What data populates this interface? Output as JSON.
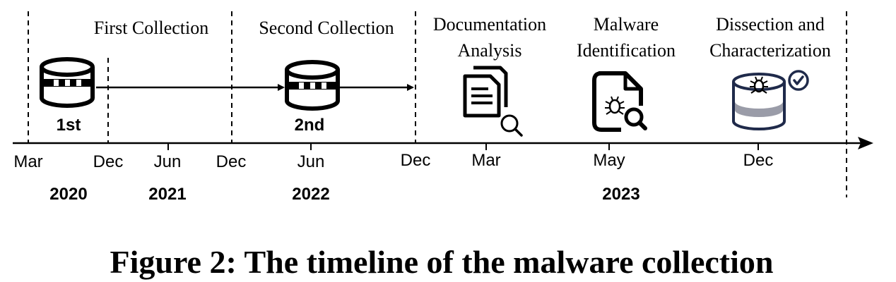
{
  "phases": {
    "first_collection": "First Collection",
    "second_collection": "Second Collection",
    "documentation": [
      "Documentation",
      "Analysis"
    ],
    "malware_identification": [
      "Malware",
      "Identification"
    ],
    "dissection": [
      "Dissection and",
      "Characterization"
    ]
  },
  "databases": {
    "first": "1st",
    "second": "2nd"
  },
  "axis": {
    "months": [
      "Mar",
      "Dec",
      "Jun",
      "Dec",
      "Jun",
      "Dec",
      "Mar",
      "May",
      "Dec"
    ],
    "years": [
      "2020",
      "2021",
      "2022",
      "2023"
    ]
  },
  "icons": {
    "database": "database-icon",
    "document": "document-search-icon",
    "malware": "malware-file-search-icon",
    "bug_database": "bug-database-check-icon"
  },
  "colors": {
    "ink": "#000000",
    "db_navy": "#1f2a4a",
    "db_gray": "#9a9ca8"
  },
  "caption": "Figure 2: The timeline of the malware collection"
}
